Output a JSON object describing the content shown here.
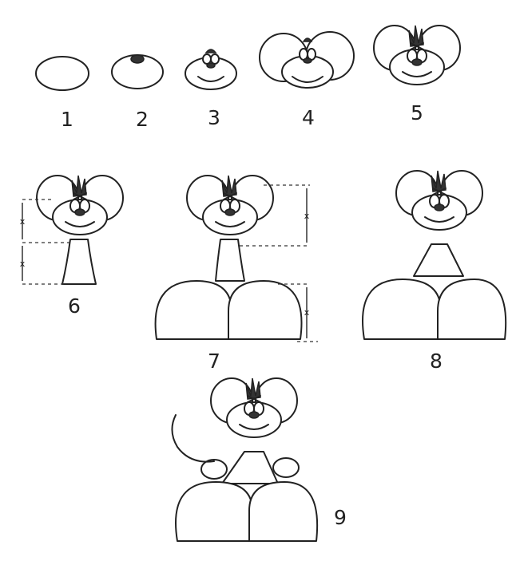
{
  "steps": [
    {
      "label": "1"
    },
    {
      "label": "2"
    },
    {
      "label": "3"
    },
    {
      "label": "4"
    },
    {
      "label": "5"
    },
    {
      "label": "6"
    },
    {
      "label": "7"
    },
    {
      "label": "8"
    },
    {
      "label": "9"
    }
  ],
  "guide_marker": "x"
}
